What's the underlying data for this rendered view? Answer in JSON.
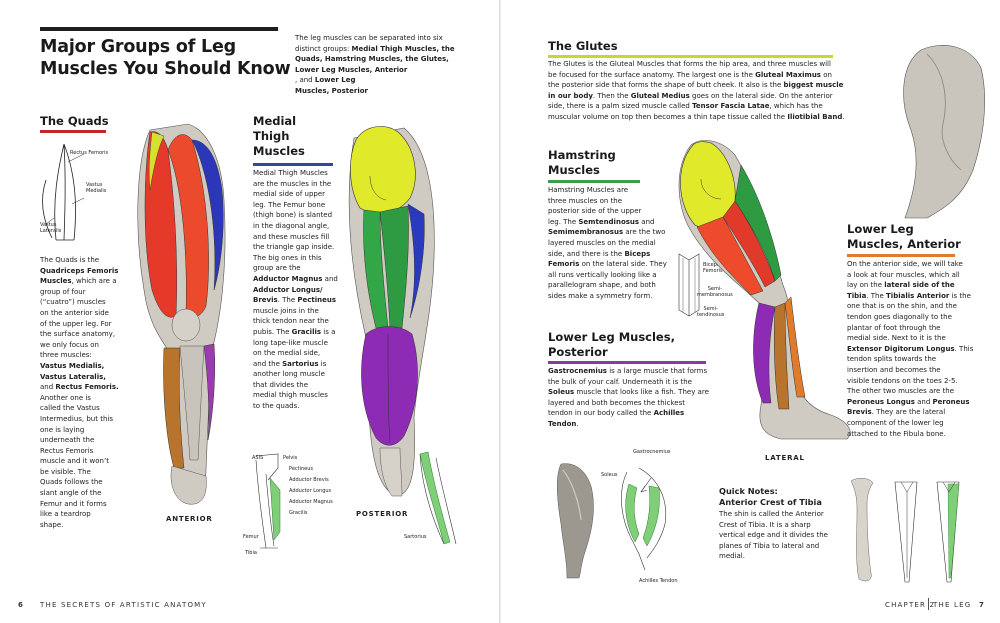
{
  "left_page": {
    "title_line1": "Major Groups of Leg",
    "title_line2": "Muscles You Should Know",
    "intro_lines": [
      [
        "The leg muscles can be separated into six",
        ""
      ],
      [
        "distinct groups: ",
        "Medial Thigh Muscles, the"
      ],
      [
        "",
        "Quads, Hamstring Muscles, the Glutes,"
      ],
      [
        "",
        "Lower Leg Muscles, Anterior"
      ],
      [
        ", and ",
        "Lower Leg"
      ],
      [
        "",
        "Muscles, Posterior"
      ]
    ],
    "quads": {
      "heading": "The Quads",
      "labels": {
        "rectus": "Rectus Femoris",
        "vastus_medialis": "Vastus\nMedialis",
        "vastus_lateralis": "Vastus\nLateralis"
      },
      "paragraph": [
        {
          "t": "The Quads is the",
          "b": false
        },
        {
          "t": "Quadriceps Femoris",
          "b": true
        },
        {
          "t": "Muscles",
          "b": true,
          "suffix": ", which are a"
        },
        {
          "t": "group of four",
          "b": false
        },
        {
          "t": "(“cuatro”) muscles",
          "b": false
        },
        {
          "t": "on the anterior side",
          "b": false
        },
        {
          "t": "of the upper leg. For",
          "b": false
        },
        {
          "t": "the surface anatomy,",
          "b": false
        },
        {
          "t": "we only focus on",
          "b": false
        },
        {
          "t": "three muscles:",
          "b": false
        },
        {
          "t": "Vastus Medialis,",
          "b": true
        },
        {
          "t": "Vastus Lateralis,",
          "b": true
        },
        {
          "t": "and ",
          "b": false,
          "bold_tail": "Rectus Femoris."
        },
        {
          "t": "Another one is",
          "b": false
        },
        {
          "t": "called the Vastus",
          "b": false
        },
        {
          "t": "Intermedius, but this",
          "b": false
        },
        {
          "t": "one is laying",
          "b": false
        },
        {
          "t": "underneath the",
          "b": false
        },
        {
          "t": "Rectus Femoris",
          "b": false
        },
        {
          "t": "muscle and it won’t",
          "b": false
        },
        {
          "t": "be visible. The",
          "b": false
        },
        {
          "t": "Quads follows the",
          "b": false
        },
        {
          "t": "slant angle of the",
          "b": false
        },
        {
          "t": "Femur and it forms",
          "b": false
        },
        {
          "t": "like a teardrop",
          "b": false
        },
        {
          "t": "shape.",
          "b": false
        }
      ]
    },
    "anterior_caption": "ANTERIOR",
    "medial": {
      "heading_lines": [
        "Medial",
        "Thigh",
        "Muscles"
      ],
      "paragraph": [
        "Medial Thigh Muscles",
        "are the muscles in the",
        "medial side of upper",
        "leg. The Femur bone",
        "(thigh bone) is slanted",
        "in the diagonal angle,",
        "and these muscles fill",
        "the triangle gap inside.",
        "The big ones in this",
        "group are the",
        "**Adductor Magnus** and",
        "**Adductor Longus/**",
        "**Brevis**. The **Pectineus**",
        "muscle joins in the",
        "thick tendon near the",
        "pubis. The **Gracilis** is a",
        "long tape-like muscle",
        "on the medial side,",
        "and the **Sartorius** is",
        "another long muscle",
        "that divides the",
        "medial thigh muscles",
        "to the quads."
      ],
      "labels": {
        "asis": "ASIS",
        "pelvis": "Pelvis",
        "pectineus": "Pectineus",
        "adductor_brevis": "Adductor Brevis",
        "adductor_longus": "Adductor Longus",
        "adductor_magnus": "Adductor Magnus",
        "gracilis": "Gracilis",
        "femur": "Femur",
        "tibia": "Tibia"
      }
    },
    "posterior_caption": "POSTERIOR",
    "sartorius_label": "Sartorius",
    "footer_num": "6",
    "footer_text": "THE SECRETS OF ARTISTIC ANATOMY"
  },
  "right_page": {
    "glutes": {
      "heading": "The Glutes",
      "lines": [
        "The Glutes is the Gluteal Muscles that forms the hip area, and three muscles will",
        "be focused for the surface anatomy. The largest one is the **Gluteal Maximus** on",
        "the posterior side that forms the shape of butt cheek. It also is the **biggest muscle**",
        "**in our body**. Then the **Gluteal Medius** goes on the lateral side. On the anterior",
        "side, there is a palm sized muscle called **Tensor Fascia Latae**, which has the",
        "muscular volume on top then becomes a thin tape tissue called the **Iliotibial Band**."
      ]
    },
    "hamstring": {
      "heading_lines": [
        "Hamstring",
        "Muscles"
      ],
      "lines": [
        "Hamstring Muscles are",
        "three muscles on the",
        "posterior side of the upper",
        "leg. The **Semtendinosus** and",
        "**Semimembranosus** are the two",
        "layered muscles on the medial",
        "side, and there is the **Biceps**",
        "**Femoris** on the lateral side. They",
        "all runs vertically looking like a",
        "parallelogram shape, and both",
        "sides make a symmetry form."
      ],
      "labels": {
        "biceps": "Biceps\nFemoris",
        "semimem": "Semi-\nmembranosus",
        "semiten": "Semi-\ntendinosus"
      }
    },
    "lower_posterior": {
      "heading_lines": [
        "Lower Leg Muscles,",
        "Posterior"
      ],
      "lines": [
        "**Gastrocnemius** is a large muscle that forms",
        "the bulk of your calf.  Underneath it is the",
        "**Soleus** muscle that looks like a fish. They are",
        "layered and both becomes the thickest",
        "tendon in our body called the **Achilles**",
        "**Tendon**."
      ],
      "labels": {
        "gastro": "Gastrocnemius",
        "soleus": "Soleus",
        "achilles": "Achilles Tendon"
      }
    },
    "lateral_caption": "LATERAL",
    "lower_anterior": {
      "heading_lines": [
        "Lower Leg",
        "Muscles, Anterior"
      ],
      "lines": [
        "On the anterior side, we will take",
        "a look at four muscles, which all",
        "lay on the **lateral side of the**",
        "**Tibia**. The **Tibialis Anterior** is the",
        "one that is on the shin, and the",
        "tendon goes diagonally to the",
        "plantar of foot through the",
        "medial side. Next to it is the",
        "**Extensor Digitorum Longus**. This",
        "tendon splits towards the",
        "insertion and becomes the",
        "visible tendons on the toes 2-5.",
        "The other two muscles are the",
        "**Peroneus Longus** and **Peroneus**",
        "**Brevis**. They are the lateral",
        "component of the lower leg",
        "attached to the Fibula bone."
      ]
    },
    "quick_notes": {
      "heading_lines": [
        "Quick Notes:",
        "Anterior Crest of Tibia"
      ],
      "lines": [
        "The shin is called the Anterior",
        "Crest of Tibia. It is a sharp",
        "vertical edge and it divides the",
        "planes of Tibia to lateral and",
        "medial."
      ]
    },
    "footer_chapter": "CHAPTER 2",
    "footer_section": "THE LEG",
    "footer_num": "7"
  },
  "colors": {
    "quads_red": "#c0282a",
    "medial_blue": "#2e4a9c",
    "glutes_yellow": "#c8d630",
    "hamstring_green": "#3aa048",
    "lower_ant_orange": "#e07b2c",
    "lower_post_purple": "#8a3b9e",
    "thigh_red": "#e53a2a",
    "glute_yellow_fill": "#e0ea2a",
    "blue_fill": "#2836b8",
    "purple_fill": "#8a2ab0",
    "green_fill": "#30a84a",
    "tan_fill": "#b8762e",
    "skin": "#c9c4bb"
  }
}
